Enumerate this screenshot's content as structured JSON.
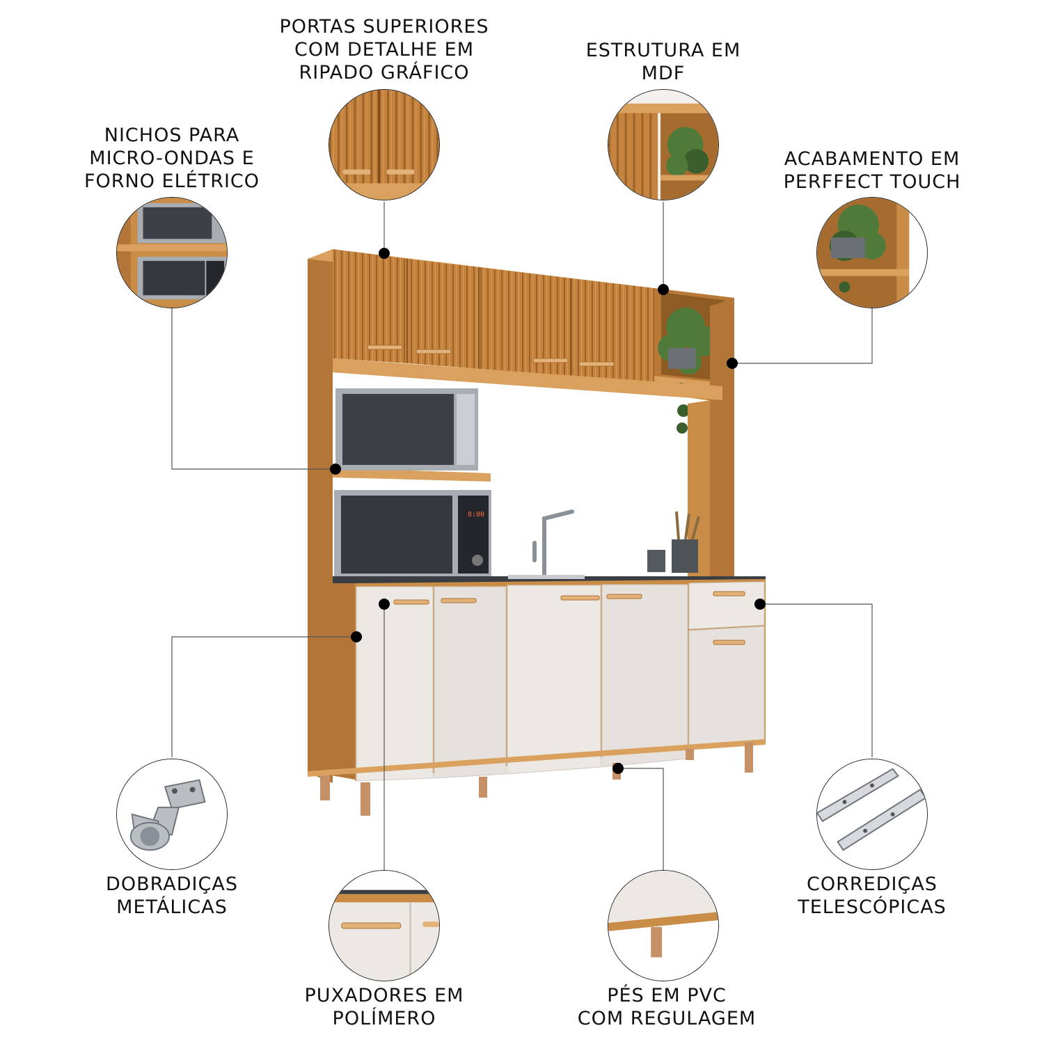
{
  "callouts": [
    {
      "id": "portas",
      "lines": [
        "PORTAS SUPERIORES",
        "COM DETALHE EM",
        "RIPADO GRÁFICO"
      ]
    },
    {
      "id": "estrutura",
      "lines": [
        "ESTRUTURA EM",
        "MDF"
      ]
    },
    {
      "id": "nichos",
      "lines": [
        "NICHOS PARA",
        "MICRO-ONDAS E",
        "FORNO ELÉTRICO"
      ]
    },
    {
      "id": "acabamento",
      "lines": [
        "ACABAMENTO EM",
        "PERFFECT TOUCH"
      ]
    },
    {
      "id": "dobradicas",
      "lines": [
        "DOBRADIÇAS",
        "METÁLICAS"
      ]
    },
    {
      "id": "puxadores",
      "lines": [
        "PUXADORES EM",
        "POLÍMERO"
      ]
    },
    {
      "id": "pes",
      "lines": [
        "PÉS EM PVC",
        "COM REGULAGEM"
      ]
    },
    {
      "id": "corredicas",
      "lines": [
        "CORREDIÇAS",
        "TELESCÓPICAS"
      ]
    }
  ],
  "microwave_display": "8:00",
  "colors": {
    "wood": "#c98d47",
    "wood_dark": "#a86d2e",
    "white_door": "#ece8e4",
    "steel": "#9aa0a6",
    "glass": "#3c4148",
    "line": "#444444"
  }
}
